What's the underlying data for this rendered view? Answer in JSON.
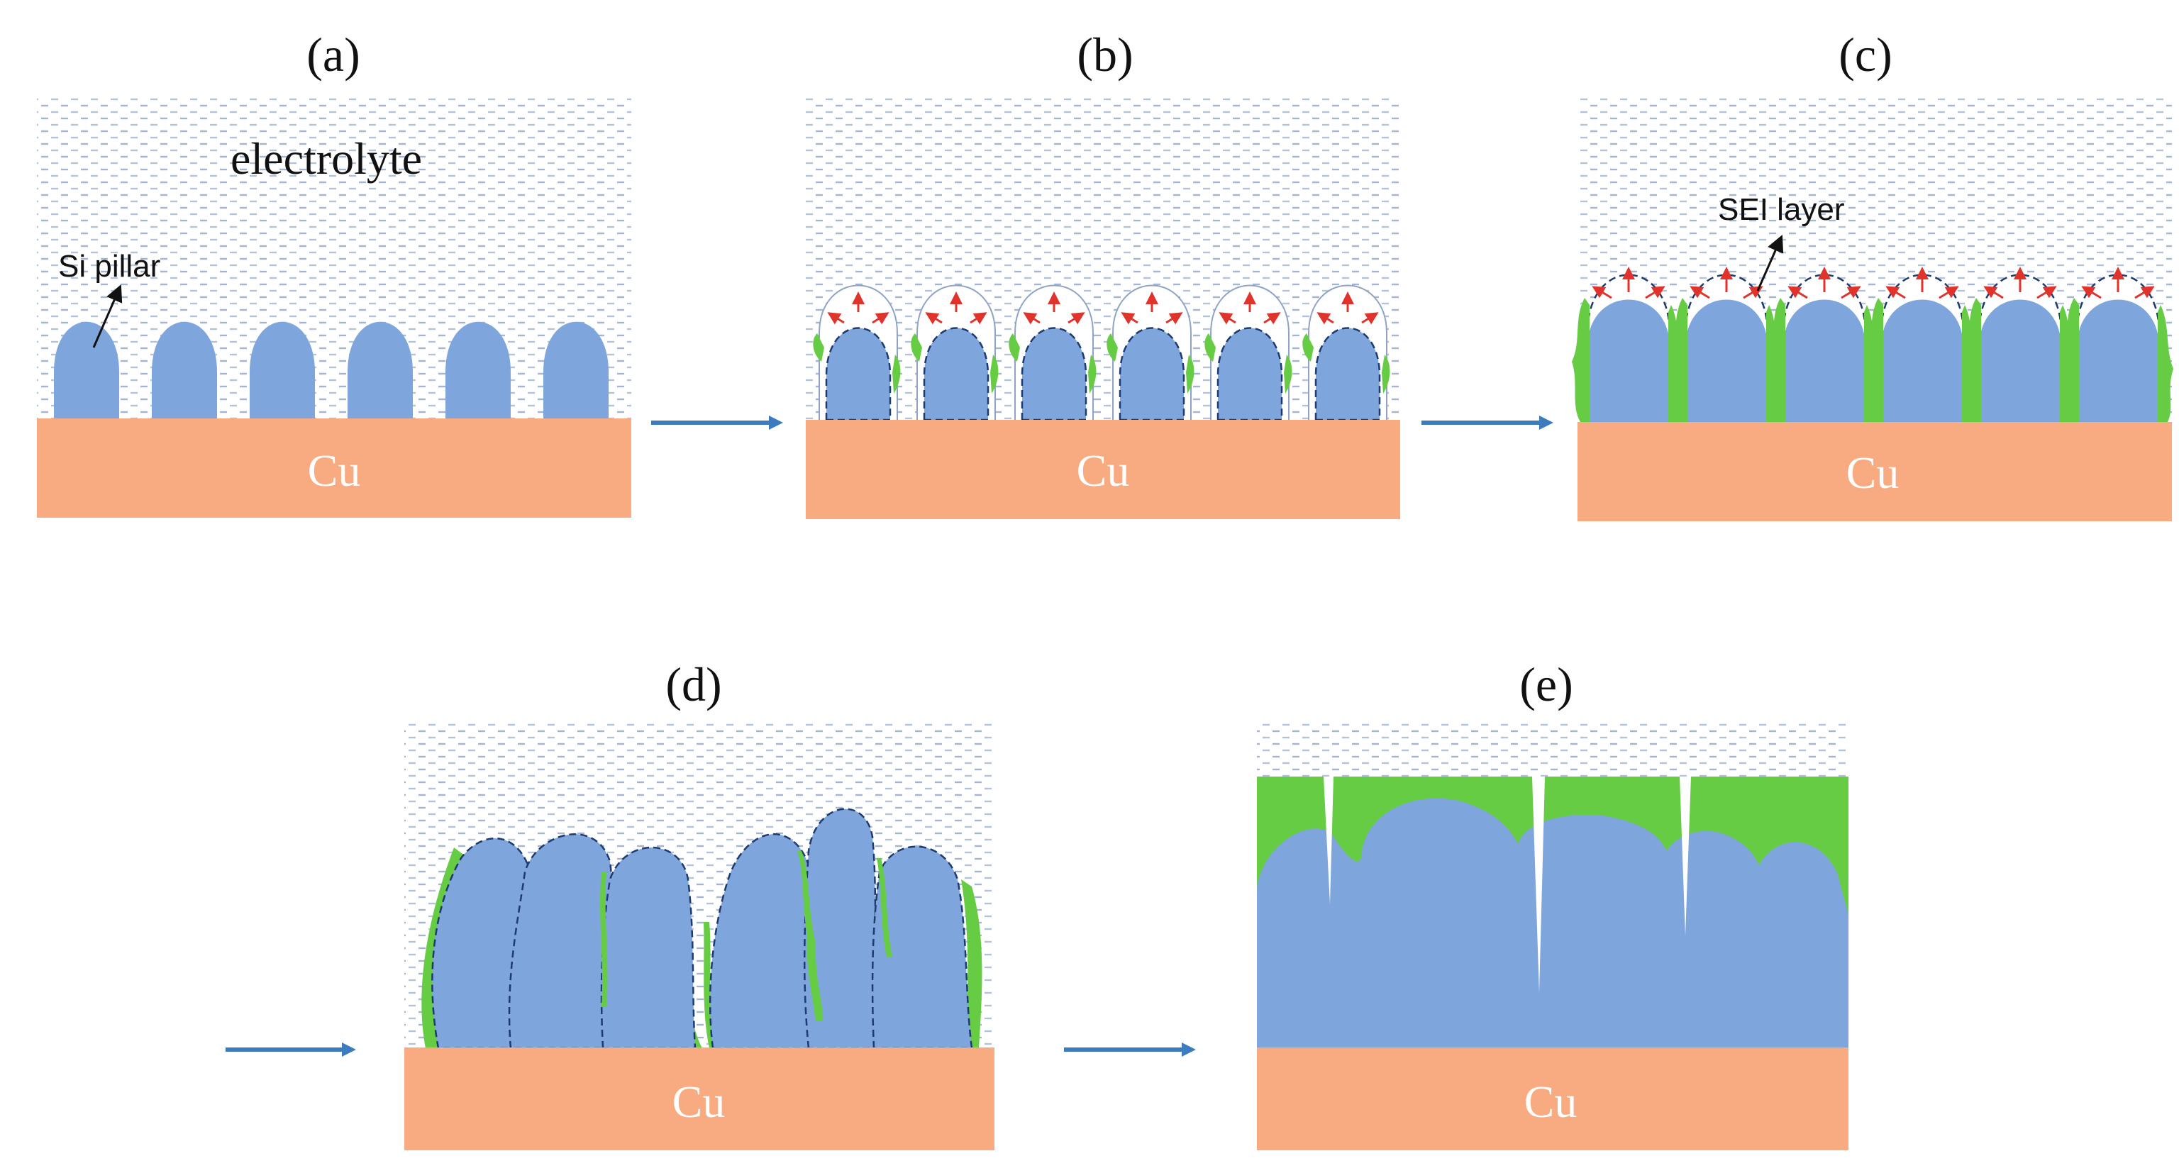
{
  "panels": [
    {
      "label": "(a)"
    },
    {
      "label": "(b)"
    },
    {
      "label": "(c)"
    },
    {
      "label": "(d)"
    },
    {
      "label": "(e)"
    }
  ],
  "labels": {
    "electrolyte": "electrolyte",
    "si_pillar": "Si pillar",
    "sei_layer": "SEI layer",
    "substrate": "Cu"
  },
  "colors": {
    "electrolyte_dash": "#9fb2cc",
    "si": "#7ea6dc",
    "copper": "#f8aa80",
    "sei": "#66cc44",
    "stress_arrow": "#e0332b",
    "process_arrow": "#3d7bbf",
    "outline": "#1f3a6e"
  }
}
